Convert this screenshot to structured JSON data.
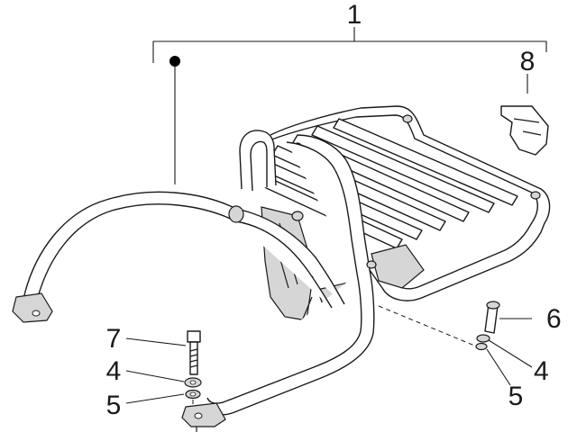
{
  "diagram": {
    "callouts": {
      "assembly": "1",
      "clip": "8",
      "bolt_right": "6",
      "washer_right": "4",
      "nut_right": "5",
      "bolt_left": "7",
      "washer_left": "4",
      "nut_left": "5"
    },
    "colors": {
      "ink": "#1a1a1a",
      "shade": "#d6d6d6",
      "background": "#ffffff"
    }
  }
}
